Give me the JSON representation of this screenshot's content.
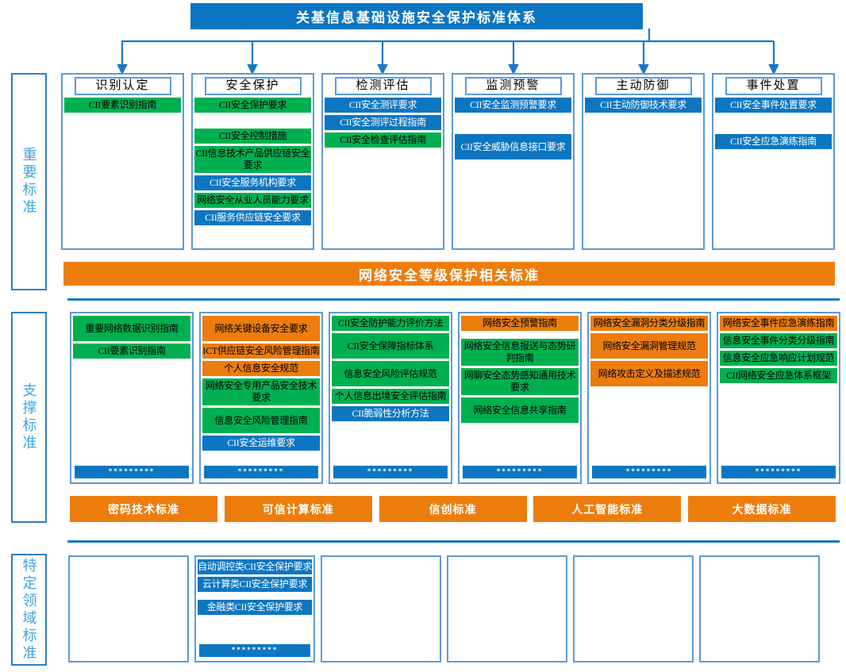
{
  "page_title": "关基信息基础设施安全保护标准体系",
  "level_banner": "网络安全等级保护相关标准",
  "ellipsis": "*********",
  "domain_banners": [
    "密码技术标准",
    "可信计算标准",
    "信创标准",
    "人工智能标准",
    "大数据标准"
  ],
  "colors": {
    "blue_item": "#0d76c2",
    "green_item": "#00b050",
    "orange_item": "#ec7d0d",
    "box_border": "#5b9bd5",
    "sidebar_border": "#2d7fc1",
    "sidebar_text": "#3fa5dc",
    "connector_line": "#1878c8"
  },
  "sections": [
    {
      "id": "important",
      "sidebar_label": "重要标准",
      "columns": [
        {
          "header": "识别认定",
          "items": [
            {
              "text": "CII要素识别指南",
              "type": "green"
            }
          ]
        },
        {
          "header": "安全保护",
          "items": [
            {
              "text": "CII安全保护要求",
              "type": "green"
            },
            {
              "text": "CII安全控制措施",
              "type": "green",
              "gap": "md"
            },
            {
              "text": "CII信息技术产品供应链安全要求",
              "type": "green"
            },
            {
              "text": "CII安全服务机构要求",
              "type": "blue"
            },
            {
              "text": "网络安全从业人员能力要求",
              "type": "green"
            },
            {
              "text": "CII服务供应链安全要求",
              "type": "blue"
            }
          ]
        },
        {
          "header": "检测评估",
          "items": [
            {
              "text": "CII安全测评要求",
              "type": "blue"
            },
            {
              "text": "CII安全测评过程指南",
              "type": "blue"
            },
            {
              "text": "CII安全检查评估指南",
              "type": "green"
            }
          ]
        },
        {
          "header": "监测预警",
          "items": [
            {
              "text": "CII安全监测预警要求",
              "type": "blue"
            },
            {
              "text": "CII安全威胁信息接口要求",
              "type": "blue",
              "gap": "lg",
              "tall": true
            }
          ]
        },
        {
          "header": "主动防御",
          "items": [
            {
              "text": "CII主动防御技术要求",
              "type": "blue"
            }
          ]
        },
        {
          "header": "事件处置",
          "items": [
            {
              "text": "CII安全事件处置要求",
              "type": "blue"
            },
            {
              "text": "CII安全应急演练指南",
              "type": "blue",
              "gap": "lg"
            }
          ]
        }
      ]
    },
    {
      "id": "support",
      "sidebar_label": "支撑标准",
      "columns": [
        {
          "ellipsis": true,
          "items": [
            {
              "text": "重要网络数据识别指南",
              "type": "green",
              "tall": true
            },
            {
              "text": "CII要素识别指南",
              "type": "green"
            }
          ]
        },
        {
          "ellipsis": true,
          "items": [
            {
              "text": "网络关键设备安全要求",
              "type": "orange",
              "tall": true
            },
            {
              "text": "ICT供应链安全风险管理指南",
              "type": "orange"
            },
            {
              "text": "个人信息安全规范",
              "type": "orange"
            },
            {
              "text": "网络安全专用产品安全技术要求",
              "type": "green"
            },
            {
              "text": "信息安全风险管理指南",
              "type": "green",
              "tall": true
            },
            {
              "text": "CII安全运维要求",
              "type": "blue"
            }
          ]
        },
        {
          "ellipsis": true,
          "items": [
            {
              "text": "CII安全防护能力评价方法",
              "type": "green"
            },
            {
              "text": "CII安全保障指标体系",
              "type": "green",
              "tall": true
            },
            {
              "text": "信息安全风险评估规范",
              "type": "green",
              "tall": true
            },
            {
              "text": "个人信息出境安全评估指南",
              "type": "green"
            },
            {
              "text": "CII脆弱性分析方法",
              "type": "blue"
            }
          ]
        },
        {
          "ellipsis": true,
          "items": [
            {
              "text": "网络安全预警指南",
              "type": "orange"
            },
            {
              "text": "网络安全信息报送与态势研判指南",
              "type": "green",
              "gap": "sm"
            },
            {
              "text": "网聊安全态势感知通用技术要求",
              "type": "green"
            },
            {
              "text": "网络安全信息共享指南",
              "type": "green",
              "tall": true
            }
          ]
        },
        {
          "ellipsis": true,
          "items": [
            {
              "text": "网络安全漏洞分类分级指南",
              "type": "orange"
            },
            {
              "text": "网络安全漏洞管理规范",
              "type": "orange",
              "tall": true
            },
            {
              "text": "网络攻击定义及描述规范",
              "type": "orange",
              "tall": true
            }
          ]
        },
        {
          "ellipsis": true,
          "items": [
            {
              "text": "网络安全事件应急演练指南",
              "type": "orange"
            },
            {
              "text": "信息安全事件分类分级指南",
              "type": "green"
            },
            {
              "text": "信息安全应急响应计划规范",
              "type": "green"
            },
            {
              "text": "CII网络安全应急体系框架",
              "type": "green"
            }
          ]
        }
      ]
    },
    {
      "id": "specific",
      "sidebar_label": "特定领域标准",
      "columns": [
        {
          "items": []
        },
        {
          "ellipsis": true,
          "items": [
            {
              "text": "自动调控类CII安全保护要求",
              "type": "blue"
            },
            {
              "text": "云计算类CII安全保护要求",
              "type": "blue"
            },
            {
              "text": "金融类CII安全保护要求",
              "type": "blue",
              "gap": "sm"
            }
          ]
        },
        {
          "items": []
        },
        {
          "items": []
        },
        {
          "items": []
        },
        {
          "items": []
        }
      ]
    }
  ]
}
